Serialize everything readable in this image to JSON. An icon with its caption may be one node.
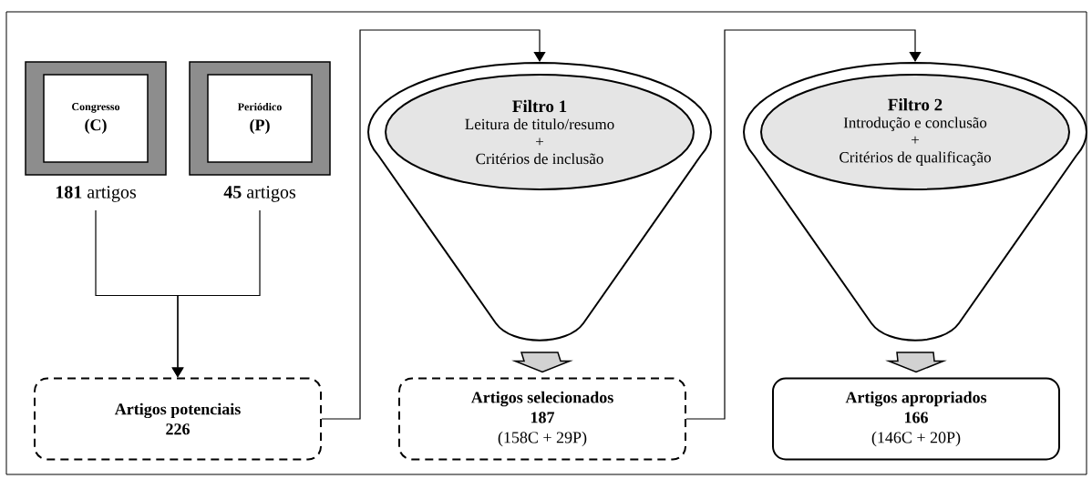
{
  "diagram": {
    "nodes": [
      {
        "text": [
          "Congresso",
          "(C)"
        ],
        "beside": [
          "**181** artigos"
        ]
      },
      {
        "text": [
          "Periódico",
          "(P)"
        ],
        "beside": [
          "**45** artigos"
        ]
      },
      {
        "text": [
          "Artigos potenciais",
          "226"
        ]
      },
      {
        "text": [
          "Filtro 1",
          "Leitura de titulo/resumo",
          "+",
          "Critérios de inclusão"
        ]
      },
      {
        "text": [
          "Artigos selecionados",
          "187",
          "(158C + 29P)"
        ]
      },
      {
        "text": [
          "Filtro 2",
          "Introdução e conclusão",
          "+",
          "Critérios de qualificação"
        ]
      },
      {
        "text": [
          "Artigos apropriados",
          "166",
          "(146C + 20P)"
        ]
      }
    ],
    "edges": [
      {
        "from": 0,
        "to": 2,
        "arrow": "to"
      },
      {
        "from": 1,
        "to": 2,
        "arrow": "to"
      },
      {
        "from": 2,
        "to": 3,
        "arrow": "to"
      },
      {
        "from": 3,
        "to": 4,
        "arrow": "to",
        "style": "thick"
      },
      {
        "from": 4,
        "to": 5,
        "arrow": "to"
      },
      {
        "from": 5,
        "to": 6,
        "arrow": "to",
        "style": "thick"
      }
    ]
  }
}
